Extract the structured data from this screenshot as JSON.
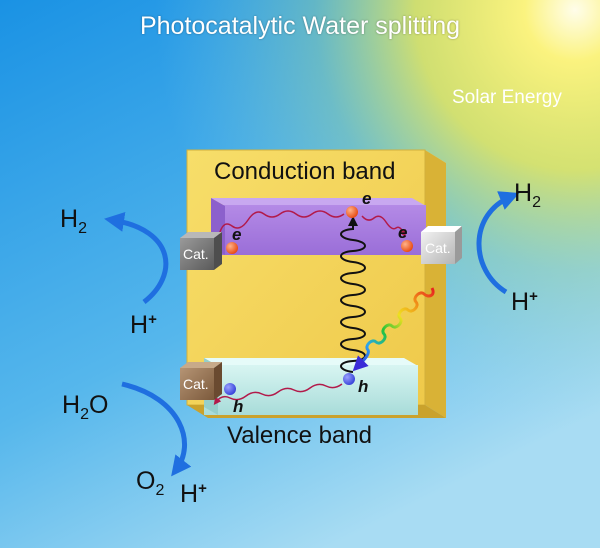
{
  "title": "Photocatalytic Water splitting",
  "solar_energy": "Solar Energy",
  "conduction_band": "Conduction band",
  "valence_band": "Valence band",
  "cocatalyst": "Cat.",
  "electron": "e",
  "hole": "h",
  "species": {
    "h2": {
      "base": "H",
      "sub": "2"
    },
    "h_plus": {
      "base": "H",
      "sup": "+"
    },
    "h2o": {
      "base": "H",
      "sub": "2",
      "tail": "O"
    },
    "o2": {
      "base": "O",
      "sub": "2"
    }
  },
  "colors": {
    "background_blue": "#1e9be6",
    "sun_yellow": "#fdf08a",
    "semiconductor": "#f4d65a",
    "conduction_band": "#a97ee0",
    "valence_band": "#c2ecea",
    "electron": "#f0541c",
    "hole": "#4b55e6",
    "arrow_blue": "#1f6fe0"
  }
}
